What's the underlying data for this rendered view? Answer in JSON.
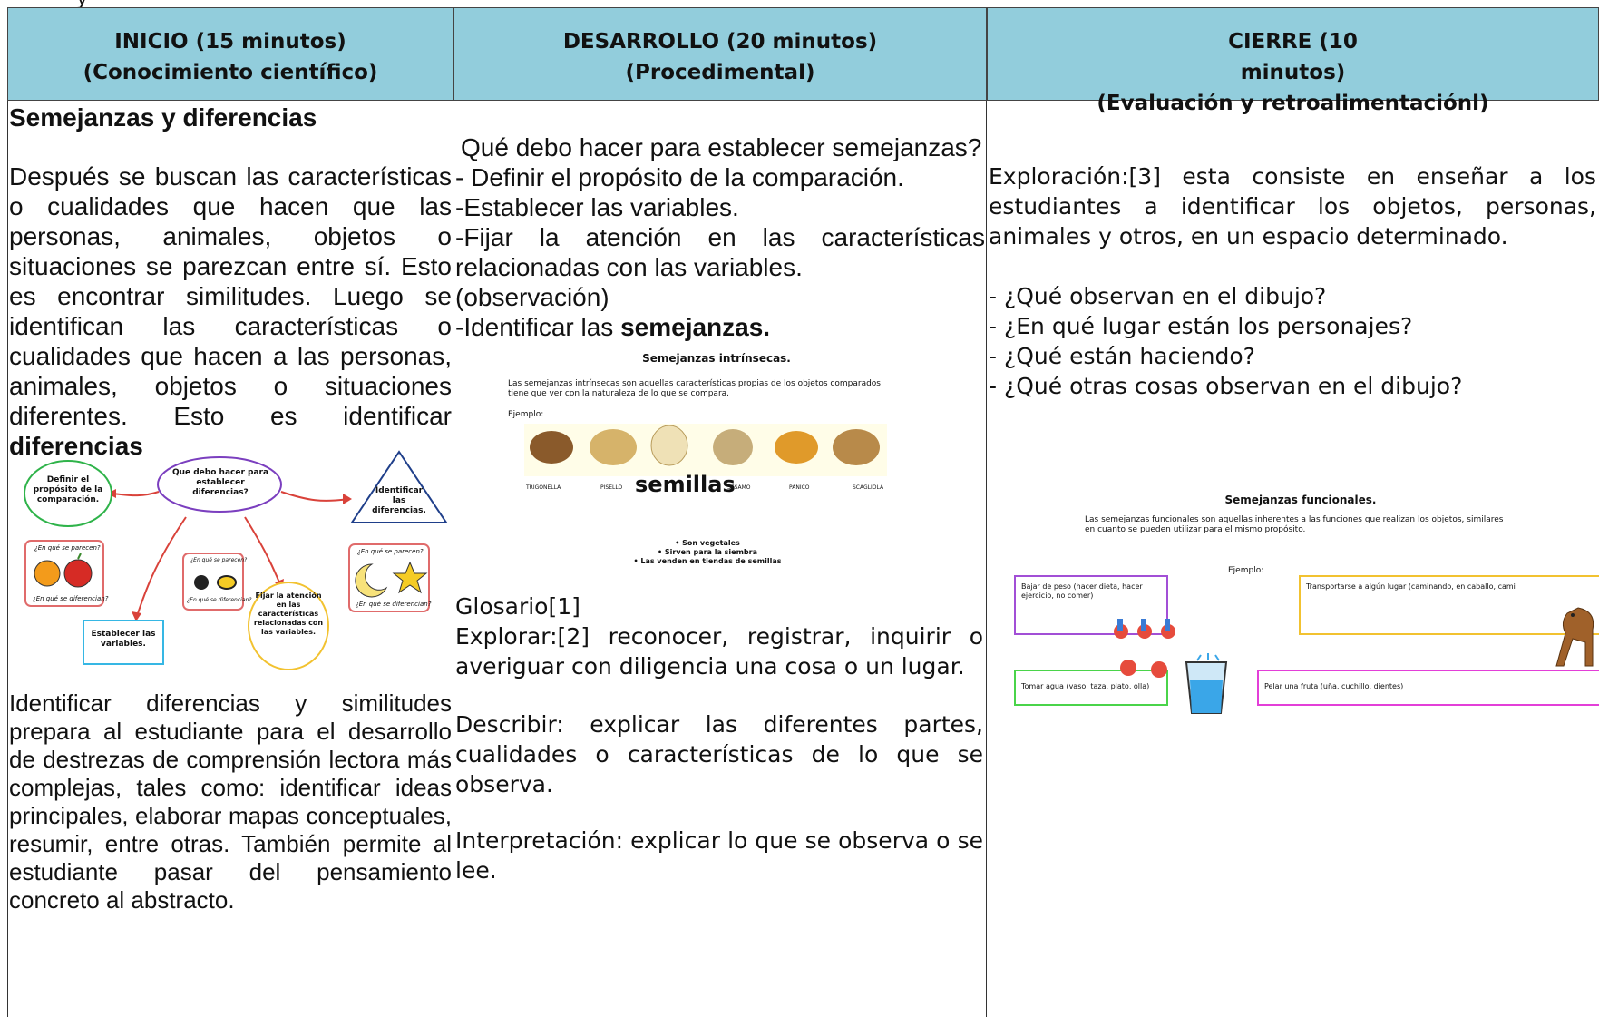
{
  "top_fragment": "y",
  "headers": {
    "inicio": [
      "INICIO  (15 minutos)",
      "(Conocimiento científico)"
    ],
    "desarrollo": [
      "DESARROLLO (20  minutos)",
      "(Procedimental)"
    ],
    "cierre": [
      "CIERRE (10",
      "minutos)",
      "(Evaluación y retroalimentaciónl)"
    ]
  },
  "inicio": {
    "title": "Semejanzas y diferencias",
    "para1": "Después se buscan las características o cualidades que hacen que las personas, animales, objetos o situaciones se parezcan entre sí. Esto es encontrar similitudes. Luego se identifican las características o cualidades que hacen a las personas, animales, objetos o situaciones diferentes. Esto es identificar",
    "para1_bold": "diferencias",
    "diagram": {
      "center": "Que debo hacer para establecer diferencias?",
      "left": "Definir el propósito de la comparación.",
      "right": "Identificar las diferencias.",
      "bottom_left": "Establecer las variables.",
      "bottom_right": "Fijar la atención en las características relacionadas con las variables.",
      "q1": "¿En qué se parecen?",
      "q2": "¿En qué se diferencian?"
    },
    "para2": "Identificar diferencias y similitudes prepara al estudiante para el desarrollo de destrezas de comprensión lectora más complejas, tales como: identificar ideas principales, elaborar mapas conceptuales, resumir, entre otras. También permite al estudiante pasar del pensamiento concreto al abstracto."
  },
  "desarrollo": {
    "question": "Qué debo hacer para establecer semejanzas?",
    "steps": [
      "- Definir el propósito de la comparación.",
      "-Establecer las variables.",
      "-Fijar la atención en las características relacionadas con las variables.",
      "(observación)"
    ],
    "step_last_prefix": "-Identificar las ",
    "step_last_bold": "semejanzas.",
    "figure": {
      "title": "Semejanzas intrínsecas.",
      "desc": "Las semejanzas intrínsecas son aquellas características propias de los objetos comparados, tiene que ver con la naturaleza de lo que se compara.",
      "example": "Ejemplo:",
      "center_word": "semillas",
      "seed_labels": [
        "TRIGONELLA",
        "PISELLO",
        "SESAMO",
        "PANICO",
        "SCAGLIOLA"
      ],
      "bullets": [
        "Son vegetales",
        "Sirven para la siembra",
        "Las venden en tiendas de semillas"
      ]
    },
    "glosario": "Glosario[1]",
    "explorar": "Explorar:[2] reconocer, registrar, inquirir o averiguar con diligencia una cosa o un lugar.",
    "describir": "Describir: explicar las diferentes partes, cualidades o características de lo que se observa.",
    "interpretacion": "Interpretación: explicar lo que se observa o se lee."
  },
  "cierre": {
    "exploracion": "Exploración:[3] esta consiste en enseñar a los estudiantes a identificar los objetos, personas, animales y otros, en un espacio determinado.",
    "questions": [
      "- ¿Qué observan en el dibujo?",
      "- ¿En qué lugar están los personajes?",
      "- ¿Qué están haciendo?",
      "- ¿Qué otras cosas observan en el dibujo?"
    ],
    "figure": {
      "title": "Semejanzas funcionales.",
      "desc": "Las semejanzas funcionales son aquellas inherentes a las funciones que realizan los objetos, similares en cuanto se pueden utilizar para el mismo propósito.",
      "example": "Ejemplo:",
      "box1": "Bajar de peso (hacer dieta, hacer ejercicio, no comer)",
      "box2": "Transportarse a algún lugar (caminando, en caballo, cami",
      "box3": "Tomar agua (vaso, taza, plato, olla)",
      "box4": "Pelar una fruta (uña, cuchillo, dientes)"
    }
  }
}
